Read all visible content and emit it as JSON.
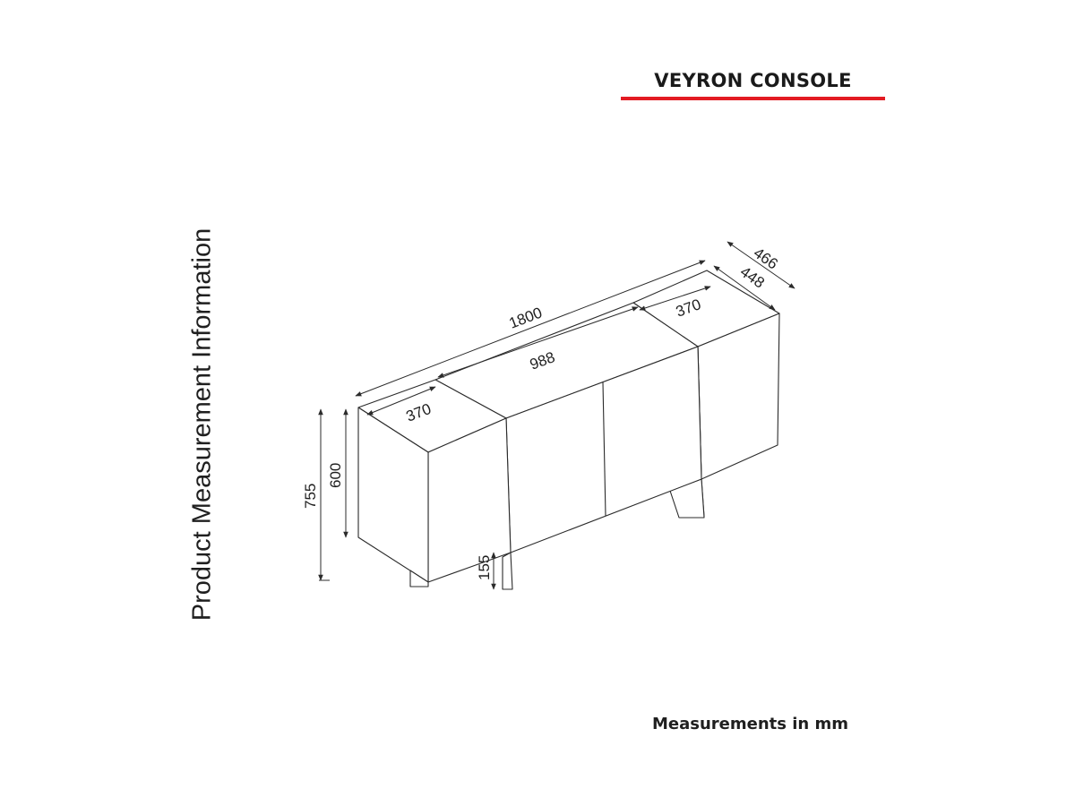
{
  "header": {
    "title": "VEYRON CONSOLE",
    "accent_color": "#e31b23"
  },
  "side_label": "Product Measurement Information",
  "footer": {
    "units_note": "Measurements in mm"
  },
  "dimensions": {
    "total_width": "1800",
    "center_width": "988",
    "left_module_width": "370",
    "right_module_width": "370",
    "outer_depth": "466",
    "inner_depth": "448",
    "total_height": "755",
    "body_height": "600",
    "leg_height": "155"
  }
}
